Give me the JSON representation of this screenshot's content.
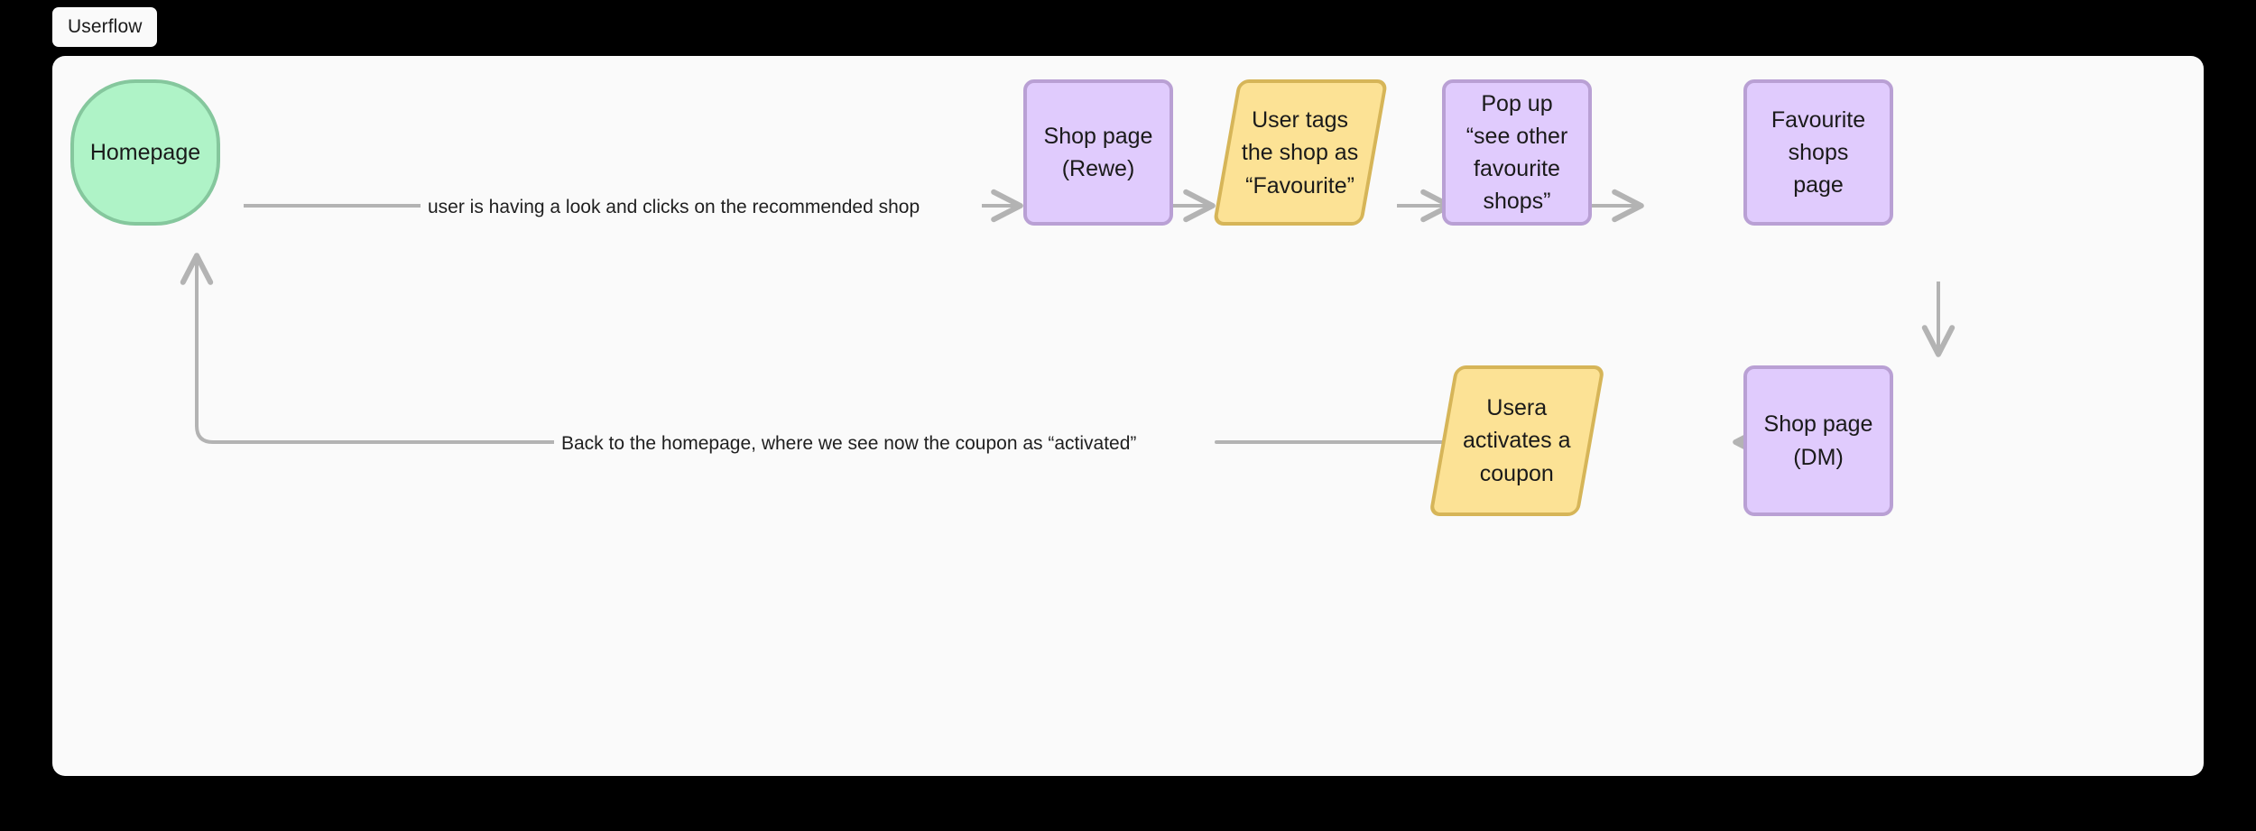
{
  "window": {
    "background_color": "#000000",
    "tab_label": "Userflow"
  },
  "canvas": {
    "background_color": "#fafafa"
  },
  "palette": {
    "green_fill": "#aff3c7",
    "green_stroke": "#85c79d",
    "purple_fill": "#e0cbfd",
    "purple_stroke": "#b9a0d4",
    "yellow_fill": "#fce295",
    "yellow_stroke": "#d6b558",
    "edge_color": "#b3b3b3",
    "text_color": "#1a1a1a"
  },
  "diagram": {
    "title": "Userflow",
    "nodes": [
      {
        "id": "homepage",
        "label": "Homepage",
        "shape": "rounded-squircle",
        "color": "green"
      },
      {
        "id": "shop-rewe",
        "label": "Shop page (Rewe)",
        "shape": "rectangle",
        "color": "purple"
      },
      {
        "id": "tag-favourite",
        "label": "User tags\nthe shop as\n“Favourite”",
        "shape": "parallelogram",
        "color": "yellow"
      },
      {
        "id": "popup",
        "label": "Pop up “see other\nfavourite shops”",
        "shape": "rectangle",
        "color": "purple"
      },
      {
        "id": "favourite-shops",
        "label": "Favourite shops\npage",
        "shape": "rectangle",
        "color": "purple"
      },
      {
        "id": "shop-dm",
        "label": "Shop page (DM)",
        "shape": "rectangle",
        "color": "purple"
      },
      {
        "id": "activate-coupon",
        "label": "Usera\nactivates a\ncoupon",
        "shape": "parallelogram",
        "color": "yellow"
      }
    ],
    "edges": [
      {
        "from": "homepage",
        "to": "shop-rewe",
        "label": "user is having a look and clicks on the recommended shop"
      },
      {
        "from": "shop-rewe",
        "to": "tag-favourite",
        "label": ""
      },
      {
        "from": "tag-favourite",
        "to": "popup",
        "label": ""
      },
      {
        "from": "popup",
        "to": "favourite-shops",
        "label": ""
      },
      {
        "from": "favourite-shops",
        "to": "shop-dm",
        "label": ""
      },
      {
        "from": "shop-dm",
        "to": "activate-coupon",
        "label": ""
      },
      {
        "from": "activate-coupon",
        "to": "homepage",
        "label": "Back to the homepage, where we see now the coupon as “activated”"
      }
    ]
  }
}
